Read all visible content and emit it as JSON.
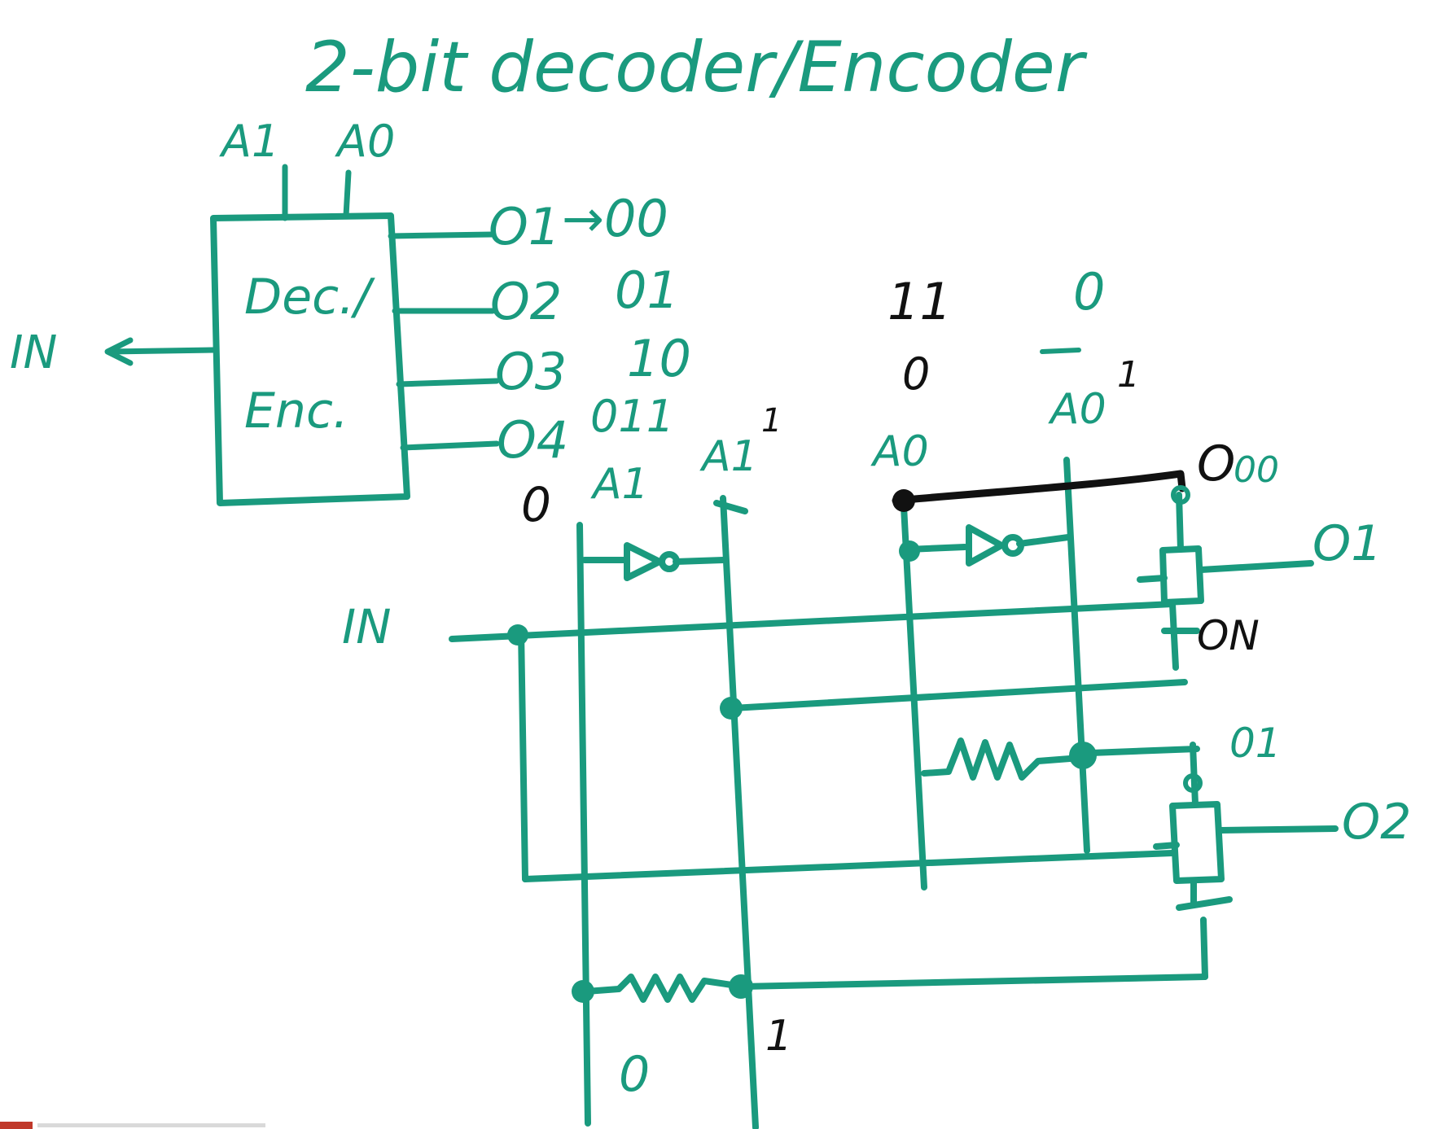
{
  "colors": {
    "ink_green": "#1a9a7e",
    "ink_black": "#111111",
    "ink_red": "#c0392b",
    "paper": "#ffffff"
  },
  "title": "2-bit decoder/Encoder",
  "block": {
    "label_line1": "Dec./",
    "label_line2": "Enc.",
    "input_top_left": "A1",
    "input_top_right": "A0",
    "input_left": "IN"
  },
  "truth_table": [
    {
      "output": "O1",
      "code": "→00"
    },
    {
      "output": "O2",
      "code": "01"
    },
    {
      "output": "O3",
      "code": "10"
    },
    {
      "output": "O4",
      "code": "011"
    }
  ],
  "circuit": {
    "in_label": "IN",
    "a1_label": "A1",
    "a1_not_label": "A1",
    "a0_label": "A0",
    "a0_not_label": "A0",
    "state_a1": "0",
    "state_a1_not": "1",
    "state_a0_top": "11",
    "state_a0": "0",
    "state_a0_not_top": "0",
    "state_a0_not": "1",
    "bottom_left_state": "0",
    "bottom_right_state": "1",
    "out1_code": "O",
    "out1_sub": "00",
    "out1_label": "O1",
    "on_label": "ON",
    "out2_code": "01",
    "out2_label": "O2"
  }
}
